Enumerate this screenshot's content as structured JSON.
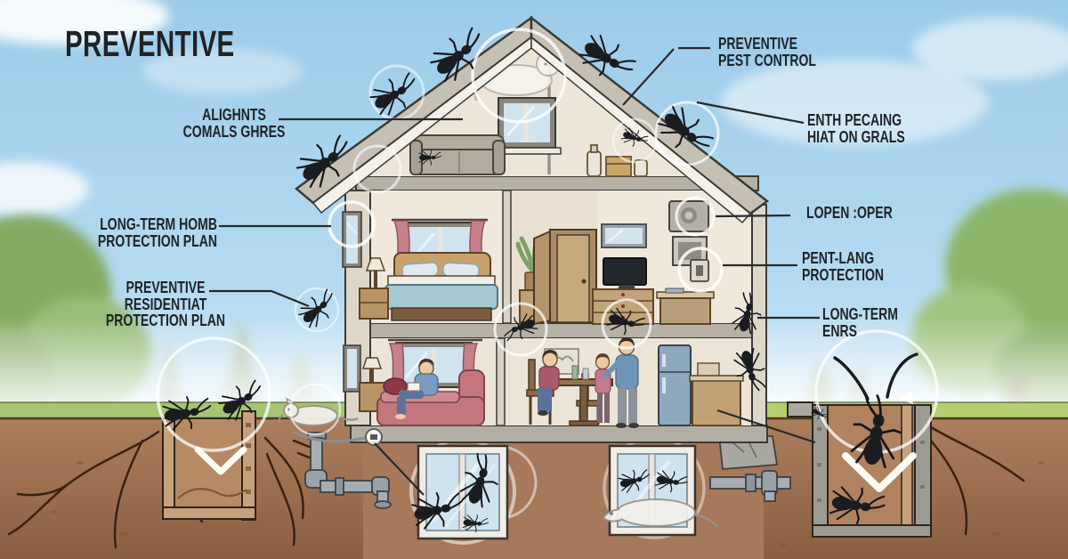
{
  "title": "PREVENTIVE",
  "callouts": {
    "alighnts": "ALIGHNTS\nCOMALS GHRES",
    "pest_control": "PREVENTIVE\nPEST CONTROL",
    "enth": "ENTH PECAING\nHIAT ON GRALS",
    "long_term_home": "LONG-TERM HOMB\nPROTECTION PLAN",
    "lopen": "LOPEN :OPER",
    "pent_lang": "PENT-LANG\nPROTECTION",
    "residentiat": "PREVENTIVE\nRESIDENTIAT\nPROTECTION PLAN",
    "long_term_enrs": "LONG-TERM\nENRS"
  },
  "scene": {
    "icons": [
      "ant-icon",
      "cat-sketch-icon",
      "rat-sketch-icon",
      "possum-sketch-icon",
      "chevron-down-icon",
      "highlight-ring-icon"
    ],
    "colors": {
      "sky": "#a9d2ec",
      "grass": "#a6c570",
      "soil": "#a57a58",
      "house_wall": "#ddd6c9",
      "roof": "#c6c0b4",
      "annotation_line": "#26292d",
      "ant": "#1b1c20",
      "highlight_ring": "#ffffff",
      "label_text": "#1e2327"
    },
    "ant_count": 22
  }
}
